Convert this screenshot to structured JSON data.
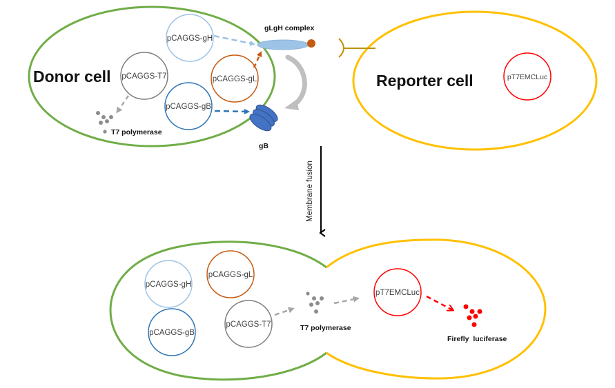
{
  "colors": {
    "donor_membrane": "#70AD47",
    "reporter_membrane": "#FFC000",
    "receptor": "#BF9000",
    "gH": "#9DC3E6",
    "gL": "#C55A11",
    "gB": "#2E75B6",
    "gB_protein": "#4472C4",
    "t7": "#7F7F7F",
    "polymerase_dots": "#8C8C8C",
    "luc_plasmid": "#FF0000",
    "luciferase_dots": "#FF0000",
    "cycle_arrow": "#BFBFBF",
    "gLgH_body": "#9DC3E6",
    "gL_knob": "#C55A11"
  },
  "top": {
    "donor_cell": {
      "title": "Donor cell",
      "plasmids": [
        {
          "id": "gH",
          "label": "pCAGGS-gH"
        },
        {
          "id": "T7",
          "label": "pCAGGS-T7"
        },
        {
          "id": "gL",
          "label": "pCAGGS-gL"
        },
        {
          "id": "gB",
          "label": "pCAGGS-gB"
        }
      ],
      "polymerase_label": "T7 polymerase"
    },
    "proteins": {
      "gLgH_label": "gLgH complex",
      "gB_label": "gB"
    },
    "reporter_cell": {
      "title": "Reporter cell",
      "plasmid": {
        "id": "luc",
        "label": "pT7EMCLuc"
      }
    }
  },
  "transition": {
    "label": "Membrane fusion"
  },
  "bottom": {
    "plasmids": [
      {
        "id": "gH",
        "label": "pCAGGS-gH"
      },
      {
        "id": "gL",
        "label": "pCAGGS-gL"
      },
      {
        "id": "gB",
        "label": "pCAGGS-gB"
      },
      {
        "id": "T7",
        "label": "pCAGGS-T7"
      },
      {
        "id": "luc",
        "label": "pT7EMCLuc"
      }
    ],
    "polymerase_label": "T7 polymerase",
    "luciferase_label": "Firefly  luciferase"
  }
}
